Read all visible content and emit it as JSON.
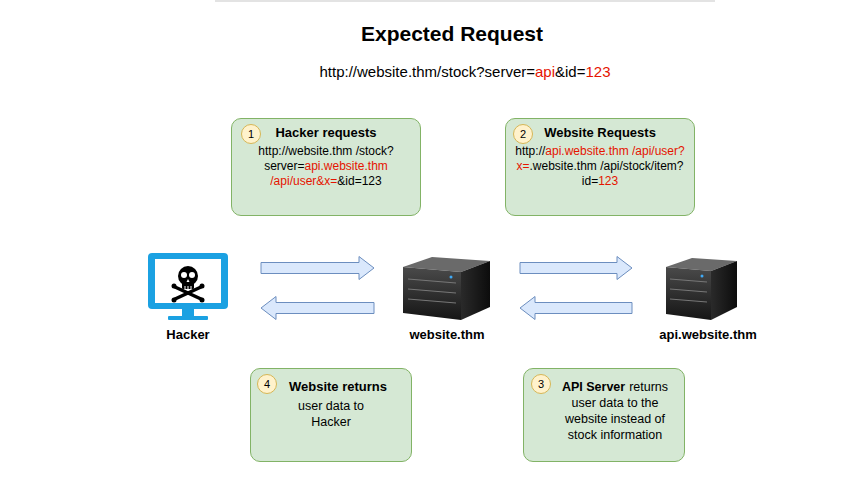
{
  "diagram": {
    "title": "Expected Request",
    "nodes": [
      {
        "text": [
          "Hacker requests",
          "http://website.thm /stock?server=api.website.thm /api/user&x=&id=123"
        ]
      },
      {
        "text": [
          "1"
        ],
        "in": 0
      },
      {
        "text": [
          "Website Requests",
          "http://api.website.thm /api/user?x=.website.thm /api/stock/item?id=123"
        ]
      },
      {
        "text": [
          "2"
        ],
        "in": 2
      },
      {
        "text": [
          "Hacker"
        ]
      },
      {
        "text": [
          "website.thm"
        ]
      },
      {
        "text": [
          "api.website.thm"
        ]
      },
      {
        "text": [
          "Website returns",
          "user data to Hacker"
        ]
      },
      {
        "text": [
          "4"
        ],
        "in": 7
      },
      {
        "text": [
          "API Server",
          "returns user data to the website instead of stock information"
        ]
      },
      {
        "text": [
          "3"
        ],
        "in": 9
      }
    ],
    "edges": [
      {
        "from": 4,
        "to": 5,
        "arrow": "to"
      },
      {
        "from": 5,
        "to": 4,
        "arrow": "to"
      },
      {
        "from": 5,
        "to": 6,
        "arrow": "to"
      },
      {
        "from": 6,
        "to": 5,
        "arrow": "to"
      }
    ],
    "labels": [
      "http://website.thm/stock?server=api&id=123"
    ]
  }
}
